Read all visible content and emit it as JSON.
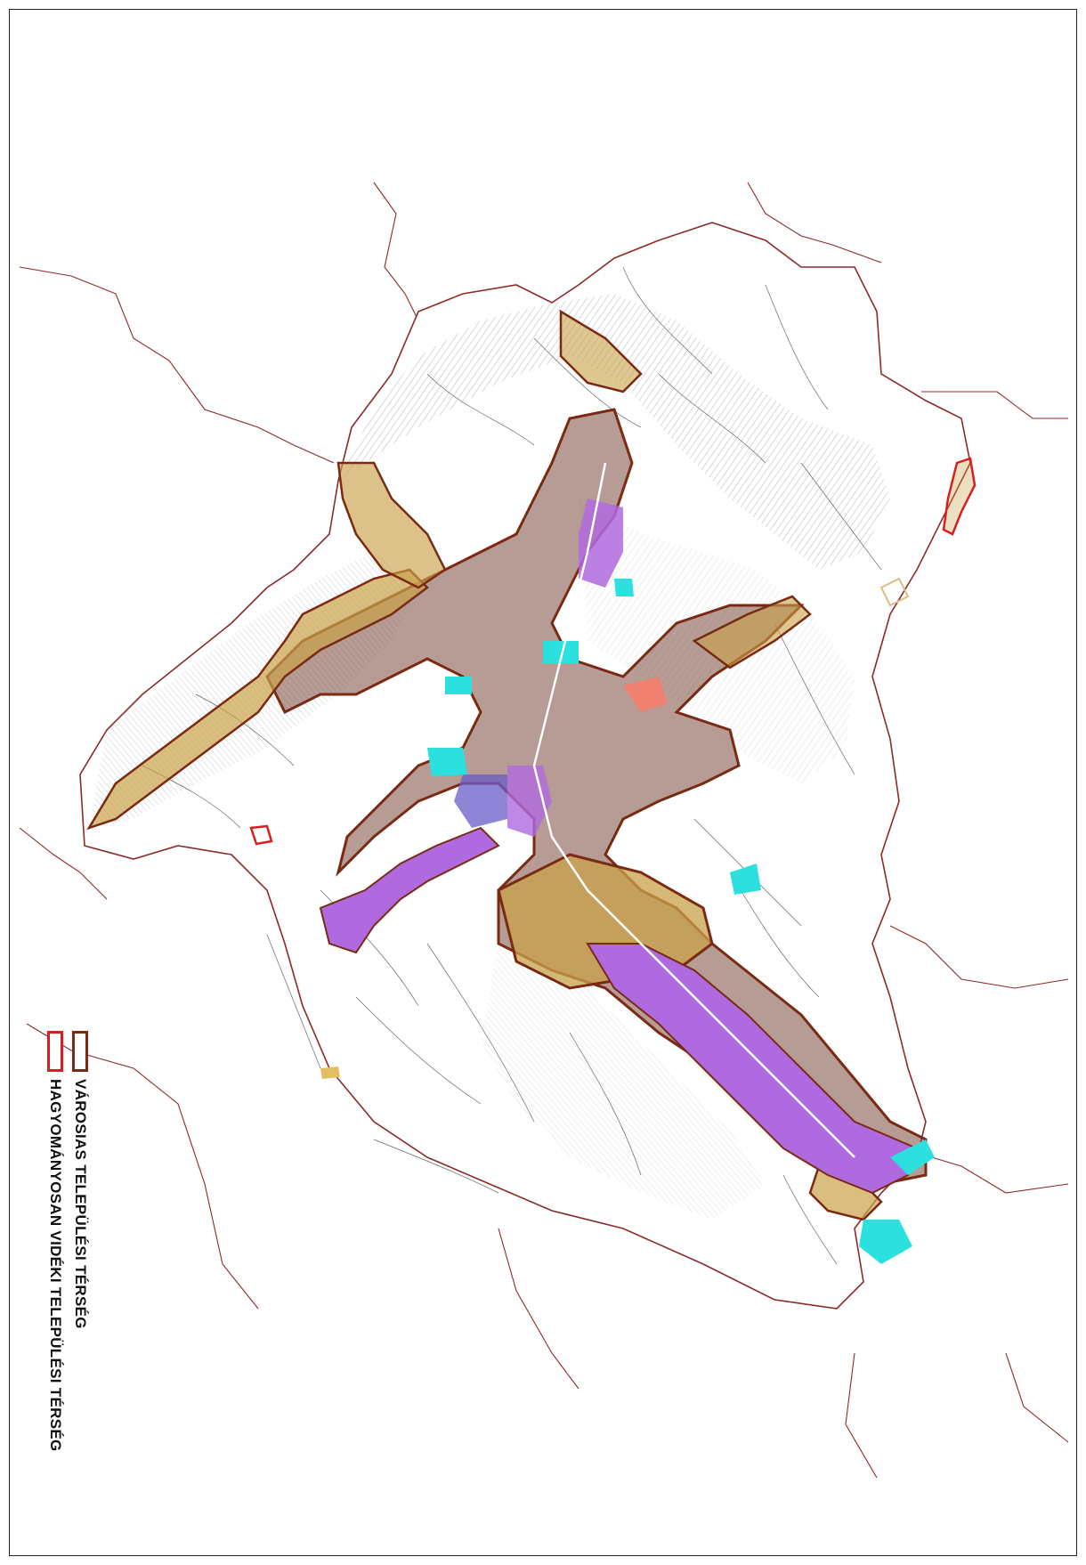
{
  "colors": {
    "urban_outline": "#7a2a12",
    "rural_outline": "#d81e1e",
    "boundary": "#8b2a2a",
    "parcel": "#444444",
    "residential": "#c9a24a",
    "commercial": "#b06ae0",
    "green": "#2ce0e0",
    "mixed": "#6a5cc9",
    "dense": "#7a4a3c",
    "salmon": "#f08070"
  },
  "legend": {
    "items": [
      {
        "label": "VÁROSIAS TELEPÜLÉSI TÉRSÉG",
        "swatch": "urban_outline"
      },
      {
        "label": "HAGYOMÁNYOSAN VIDÉKI TELEPÜLÉSI TÉRSÉG",
        "swatch": "rural_outline"
      }
    ]
  }
}
